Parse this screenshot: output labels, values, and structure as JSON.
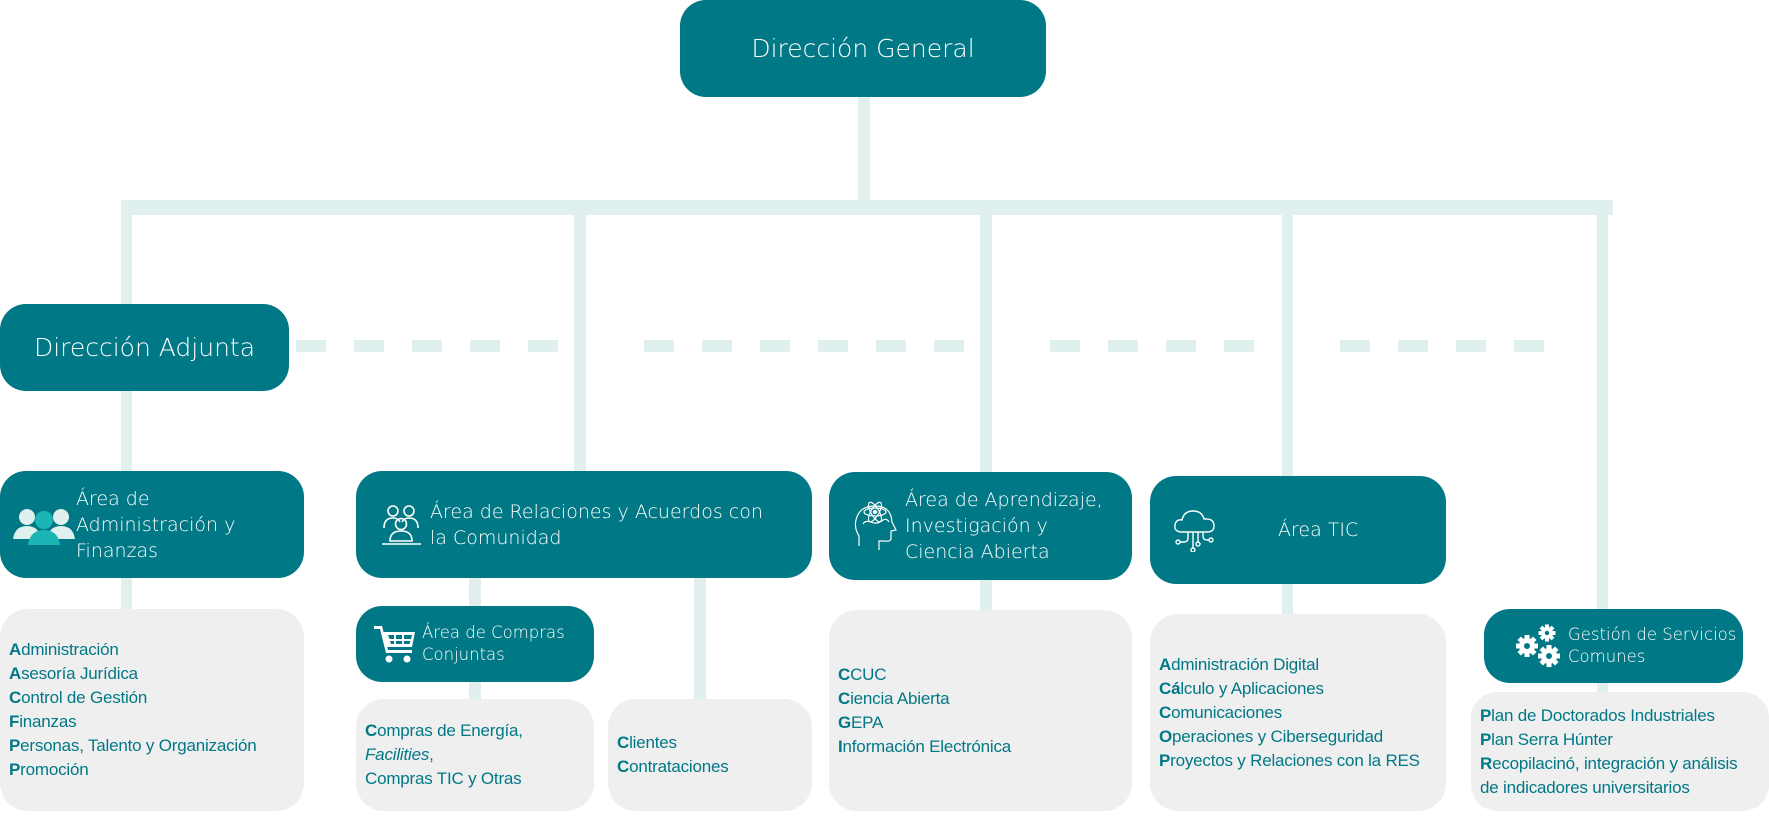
{
  "diagram": {
    "colors": {
      "box": "#007885",
      "connector": "#dff0ef",
      "list_bg": "#f0eff0",
      "list_text": "#007885"
    },
    "top": {
      "label": "Dirección General"
    },
    "deputy": {
      "label": "Dirección Adjunta"
    },
    "areas": [
      {
        "id": "admin",
        "label": "Área de Administración y Finanzas",
        "icon": "people-group-icon",
        "units": [
          {
            "initial": "A",
            "rest": "dministración"
          },
          {
            "initial": "A",
            "rest": "sesoría Jurídica"
          },
          {
            "initial": "C",
            "rest": "ontrol de Gestión"
          },
          {
            "initial": "F",
            "rest": "inanzas"
          },
          {
            "initial": "P",
            "rest": "ersonas, Talento y Organización"
          },
          {
            "initial": "P",
            "rest": "romoción"
          }
        ]
      },
      {
        "id": "relaciones",
        "label": "Área de Relaciones y Acuerdos con la Comunidad",
        "icon": "community-icon",
        "sub_area": {
          "label": "Área de Compras Conjuntas",
          "icon": "shopping-cart-icon",
          "units": [
            {
              "initial": "C",
              "rest": "ompras de Energía,"
            },
            {
              "initial": "",
              "rest": "Facilities",
              "suffix": ",",
              "italic": true
            },
            {
              "initial": "",
              "rest": "Compras TIC y Otras"
            }
          ]
        },
        "units": [
          {
            "initial": "C",
            "rest": "lientes"
          },
          {
            "initial": "C",
            "rest": "ontrataciones"
          }
        ]
      },
      {
        "id": "aprendizaje",
        "label": "Área de Aprendizaje, Investigación y Ciencia Abierta",
        "icon": "brain-atom-icon",
        "units": [
          {
            "initial": "C",
            "rest": "CUC"
          },
          {
            "initial": "C",
            "rest": "iencia Abierta"
          },
          {
            "initial": "G",
            "rest": "EPA"
          },
          {
            "initial": "I",
            "rest": "nformación Electrónica"
          }
        ]
      },
      {
        "id": "tic",
        "label": "Área TIC",
        "icon": "cloud-network-icon",
        "units": [
          {
            "initial": "A",
            "rest": "dministración Digital"
          },
          {
            "initial": "Cá",
            "rest": "lculo y Aplicaciones"
          },
          {
            "initial": "C",
            "rest": "omunicaciones"
          },
          {
            "initial": "O",
            "rest": "peraciones y Ciberseguridad"
          },
          {
            "initial": "P",
            "rest": "royectos y Relaciones con la RES"
          }
        ]
      },
      {
        "id": "gestion",
        "label": "Gestión de Servicios Comunes",
        "icon": "gears-icon",
        "units": [
          {
            "initial": "P",
            "rest": "lan de Doctorados Industriales"
          },
          {
            "initial": "P",
            "rest": "lan Serra Húnter"
          },
          {
            "initial": "R",
            "rest": "ecopilacinó, integración y análisis"
          },
          {
            "initial": "",
            "rest": "de indicadores universitarios"
          }
        ]
      }
    ]
  }
}
